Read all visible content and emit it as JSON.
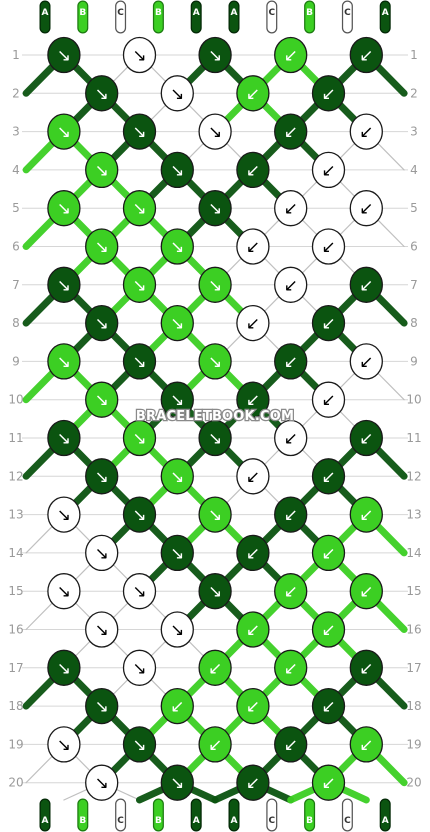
{
  "watermark": "BRACELETBOOK.COM",
  "colors": {
    "A": "#0b5410",
    "B": "#3ccf23",
    "C": "#ffffff"
  },
  "strands_top": [
    "A",
    "B",
    "C",
    "B",
    "A",
    "A",
    "C",
    "B",
    "C",
    "A"
  ],
  "strands_bottom": [
    "A",
    "B",
    "C",
    "B",
    "A",
    "A",
    "C",
    "B",
    "C",
    "A"
  ],
  "rows": [
    {
      "label": "1",
      "knots": [
        {
          "c": "A",
          "d": "↘"
        },
        {
          "c": "C",
          "d": "↘"
        },
        {
          "c": "A",
          "d": "↘"
        },
        {
          "c": "B",
          "d": "↙"
        },
        {
          "c": "A",
          "d": "↙"
        }
      ]
    },
    {
      "label": "2",
      "knots": [
        {
          "c": "A",
          "d": "↘"
        },
        {
          "c": "C",
          "d": "↘"
        },
        {
          "c": "B",
          "d": "↙"
        },
        {
          "c": "A",
          "d": "↙"
        }
      ]
    },
    {
      "label": "3",
      "knots": [
        {
          "c": "B",
          "d": "↘"
        },
        {
          "c": "A",
          "d": "↘"
        },
        {
          "c": "C",
          "d": "↘"
        },
        {
          "c": "A",
          "d": "↙"
        },
        {
          "c": "C",
          "d": "↙"
        }
      ]
    },
    {
      "label": "4",
      "knots": [
        {
          "c": "B",
          "d": "↘"
        },
        {
          "c": "A",
          "d": "↘"
        },
        {
          "c": "A",
          "d": "↙"
        },
        {
          "c": "C",
          "d": "↙"
        }
      ]
    },
    {
      "label": "5",
      "knots": [
        {
          "c": "B",
          "d": "↘"
        },
        {
          "c": "B",
          "d": "↘"
        },
        {
          "c": "A",
          "d": "↘"
        },
        {
          "c": "C",
          "d": "↙"
        },
        {
          "c": "C",
          "d": "↙"
        }
      ]
    },
    {
      "label": "6",
      "knots": [
        {
          "c": "B",
          "d": "↘"
        },
        {
          "c": "B",
          "d": "↘"
        },
        {
          "c": "C",
          "d": "↙"
        },
        {
          "c": "C",
          "d": "↙"
        }
      ]
    },
    {
      "label": "7",
      "knots": [
        {
          "c": "A",
          "d": "↘"
        },
        {
          "c": "B",
          "d": "↘"
        },
        {
          "c": "B",
          "d": "↘"
        },
        {
          "c": "C",
          "d": "↙"
        },
        {
          "c": "A",
          "d": "↙"
        }
      ]
    },
    {
      "label": "8",
      "knots": [
        {
          "c": "A",
          "d": "↘"
        },
        {
          "c": "B",
          "d": "↘"
        },
        {
          "c": "C",
          "d": "↙"
        },
        {
          "c": "A",
          "d": "↙"
        }
      ]
    },
    {
      "label": "9",
      "knots": [
        {
          "c": "B",
          "d": "↘"
        },
        {
          "c": "A",
          "d": "↘"
        },
        {
          "c": "B",
          "d": "↘"
        },
        {
          "c": "A",
          "d": "↙"
        },
        {
          "c": "C",
          "d": "↙"
        }
      ]
    },
    {
      "label": "10",
      "knots": [
        {
          "c": "B",
          "d": "↘"
        },
        {
          "c": "A",
          "d": "↘"
        },
        {
          "c": "A",
          "d": "↙"
        },
        {
          "c": "C",
          "d": "↙"
        }
      ]
    },
    {
      "label": "11",
      "knots": [
        {
          "c": "A",
          "d": "↘"
        },
        {
          "c": "B",
          "d": "↘"
        },
        {
          "c": "A",
          "d": "↘"
        },
        {
          "c": "C",
          "d": "↙"
        },
        {
          "c": "A",
          "d": "↙"
        }
      ]
    },
    {
      "label": "12",
      "knots": [
        {
          "c": "A",
          "d": "↘"
        },
        {
          "c": "B",
          "d": "↘"
        },
        {
          "c": "C",
          "d": "↙"
        },
        {
          "c": "A",
          "d": "↙"
        }
      ]
    },
    {
      "label": "13",
      "knots": [
        {
          "c": "C",
          "d": "↘"
        },
        {
          "c": "A",
          "d": "↘"
        },
        {
          "c": "B",
          "d": "↘"
        },
        {
          "c": "A",
          "d": "↙"
        },
        {
          "c": "B",
          "d": "↙"
        }
      ]
    },
    {
      "label": "14",
      "knots": [
        {
          "c": "C",
          "d": "↘"
        },
        {
          "c": "A",
          "d": "↘"
        },
        {
          "c": "A",
          "d": "↙"
        },
        {
          "c": "B",
          "d": "↙"
        }
      ]
    },
    {
      "label": "15",
      "knots": [
        {
          "c": "C",
          "d": "↘"
        },
        {
          "c": "C",
          "d": "↘"
        },
        {
          "c": "A",
          "d": "↘"
        },
        {
          "c": "B",
          "d": "↙"
        },
        {
          "c": "B",
          "d": "↙"
        }
      ]
    },
    {
      "label": "16",
      "knots": [
        {
          "c": "C",
          "d": "↘"
        },
        {
          "c": "C",
          "d": "↘"
        },
        {
          "c": "B",
          "d": "↙"
        },
        {
          "c": "B",
          "d": "↙"
        }
      ]
    },
    {
      "label": "17",
      "knots": [
        {
          "c": "A",
          "d": "↘"
        },
        {
          "c": "C",
          "d": "↘"
        },
        {
          "c": "B",
          "d": "↙"
        },
        {
          "c": "B",
          "d": "↙"
        },
        {
          "c": "A",
          "d": "↙"
        }
      ]
    },
    {
      "label": "18",
      "knots": [
        {
          "c": "A",
          "d": "↘"
        },
        {
          "c": "B",
          "d": "↙"
        },
        {
          "c": "B",
          "d": "↙"
        },
        {
          "c": "A",
          "d": "↙"
        }
      ]
    },
    {
      "label": "19",
      "knots": [
        {
          "c": "C",
          "d": "↘"
        },
        {
          "c": "A",
          "d": "↘"
        },
        {
          "c": "B",
          "d": "↙"
        },
        {
          "c": "A",
          "d": "↙"
        },
        {
          "c": "B",
          "d": "↙"
        }
      ]
    },
    {
      "label": "20",
      "knots": [
        {
          "c": "C",
          "d": "↘"
        },
        {
          "c": "A",
          "d": "↘"
        },
        {
          "c": "A",
          "d": "↙"
        },
        {
          "c": "B",
          "d": "↙"
        }
      ]
    }
  ]
}
